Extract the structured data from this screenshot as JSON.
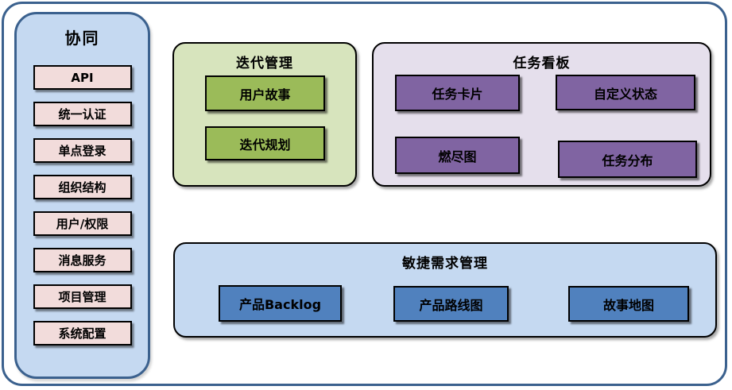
{
  "colors": {
    "frame-border": "#3B618E",
    "blue-light": "#C5D9F1",
    "pink": "#F2DCDB",
    "green-light": "#D7E4BD",
    "green": "#9BBB59",
    "purple-light": "#E5DFEC",
    "purple": "#8064A2",
    "blue": "#5081BE",
    "node-border": "#000000",
    "text": "#000000"
  },
  "sidebar": {
    "title": "协同",
    "items": [
      "API",
      "统一认证",
      "单点登录",
      "组织结构",
      "用户/权限",
      "消息服务",
      "项目管理",
      "系统配置"
    ]
  },
  "panels": {
    "iteration": {
      "title": "迭代管理",
      "items": [
        "用户故事",
        "迭代规划"
      ]
    },
    "kanban": {
      "title": "任务看板",
      "items": [
        "任务卡片",
        "自定义状态",
        "燃尽图",
        "任务分布"
      ]
    },
    "requirements": {
      "title": "敏捷需求管理",
      "items": [
        "产品Backlog",
        "产品路线图",
        "故事地图"
      ]
    }
  }
}
